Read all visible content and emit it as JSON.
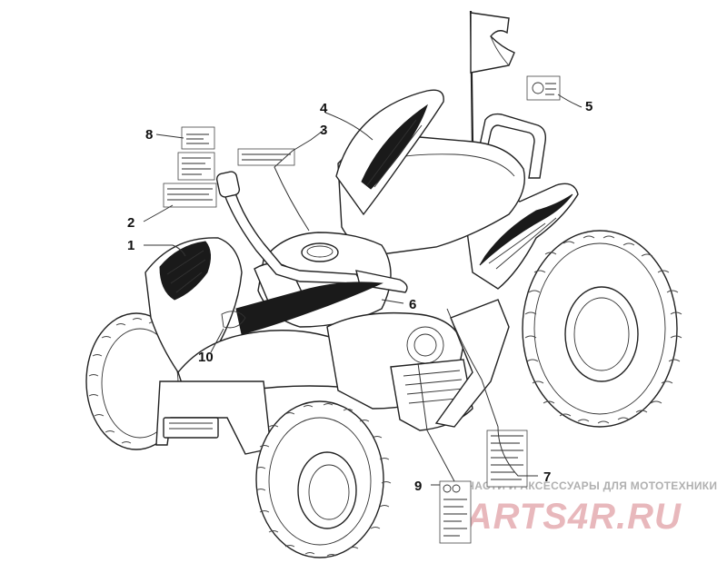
{
  "callouts": [
    {
      "id": "1",
      "label": "1"
    },
    {
      "id": "2",
      "label": "2"
    },
    {
      "id": "3",
      "label": "3"
    },
    {
      "id": "4",
      "label": "4"
    },
    {
      "id": "5",
      "label": "5"
    },
    {
      "id": "6",
      "label": "6"
    },
    {
      "id": "7",
      "label": "7"
    },
    {
      "id": "8",
      "label": "8"
    },
    {
      "id": "9",
      "label": "9"
    },
    {
      "id": "10",
      "label": "10"
    }
  ],
  "watermark": {
    "tagline": "ЗАПЧАСТИ И АКСЕССУАРЫ ДЛЯ МОТОТЕХНИКИ",
    "brand": "PARTS4R.RU",
    "brand_color": "#e8b8bc"
  },
  "icons": [
    "warning-flag-icon",
    "decal-icon",
    "atv-illustration"
  ]
}
